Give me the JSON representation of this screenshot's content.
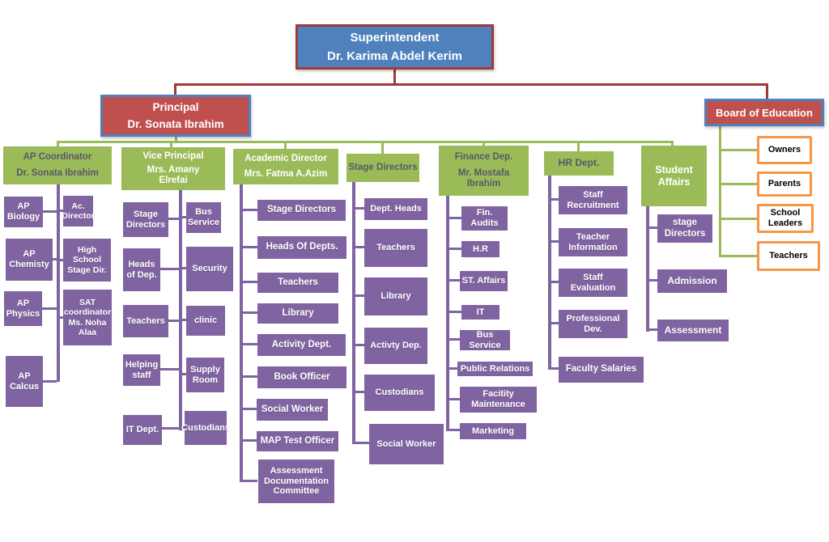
{
  "superintendent": {
    "title": "Superintendent",
    "name": "Dr. Karima Abdel Kerim"
  },
  "principal": {
    "title": "Principal",
    "name": "Dr. Sonata Ibrahim"
  },
  "board": {
    "title": "Board of Education",
    "members": [
      "Owners",
      "Parents",
      "School Leaders",
      "Teachers"
    ]
  },
  "departments": [
    {
      "title": "AP Coordinator",
      "head": "Dr. Sonata Ibrahim",
      "left": [
        "AP Biology",
        "AP Chemisty",
        "AP Physics",
        "AP Calcus"
      ],
      "right": [
        "Ac. Director",
        "High School Stage Dir.",
        "SAT coordinator Ms. Noha Alaa"
      ]
    },
    {
      "title": "Vice Principal",
      "head": "Mrs. Amany Elrefai",
      "left": [
        "Stage Directors",
        "Heads of Dep.",
        "Teachers",
        "Helping staff",
        "IT Dept."
      ],
      "right": [
        "Bus Service",
        "Security",
        "clinic",
        "Supply Room",
        "Custodians"
      ]
    },
    {
      "title": "Academic Director",
      "head": "Mrs. Fatma A.Azim",
      "children": [
        "Stage Directors",
        "Heads Of Depts.",
        "Teachers",
        "Library",
        "Activity Dept.",
        "Book Officer",
        "Social Worker",
        "MAP Test Officer",
        "Assessment Documentation Committee"
      ]
    },
    {
      "title": "Stage Directors",
      "children": [
        "Dept. Heads",
        "Teachers",
        "Library",
        "Activty Dep.",
        "Custodians",
        "Social Worker"
      ]
    },
    {
      "title": "Finance Dep.",
      "head": "Mr. Mostafa Ibrahim",
      "children": [
        "Fin. Audits",
        "H.R",
        "ST. Affairs",
        "IT",
        "Bus Service",
        "Public Relations",
        "Facitity Maintenance",
        "Marketing"
      ]
    },
    {
      "title": "HR Dept.",
      "children": [
        "Staff Recruitment",
        "Teacher Information",
        "Staff Evaluation",
        "Professional Dev.",
        "Faculty Salaries"
      ]
    },
    {
      "title": "Student Affairs",
      "children": [
        "stage Directors",
        "Admission",
        "Assessment"
      ]
    }
  ],
  "colors": {
    "blue": "#4F81BD",
    "red": "#C0504D",
    "green": "#9BBB59",
    "purple": "#8064A2",
    "orange": "#F79646",
    "line_red": "#9E3A38"
  }
}
